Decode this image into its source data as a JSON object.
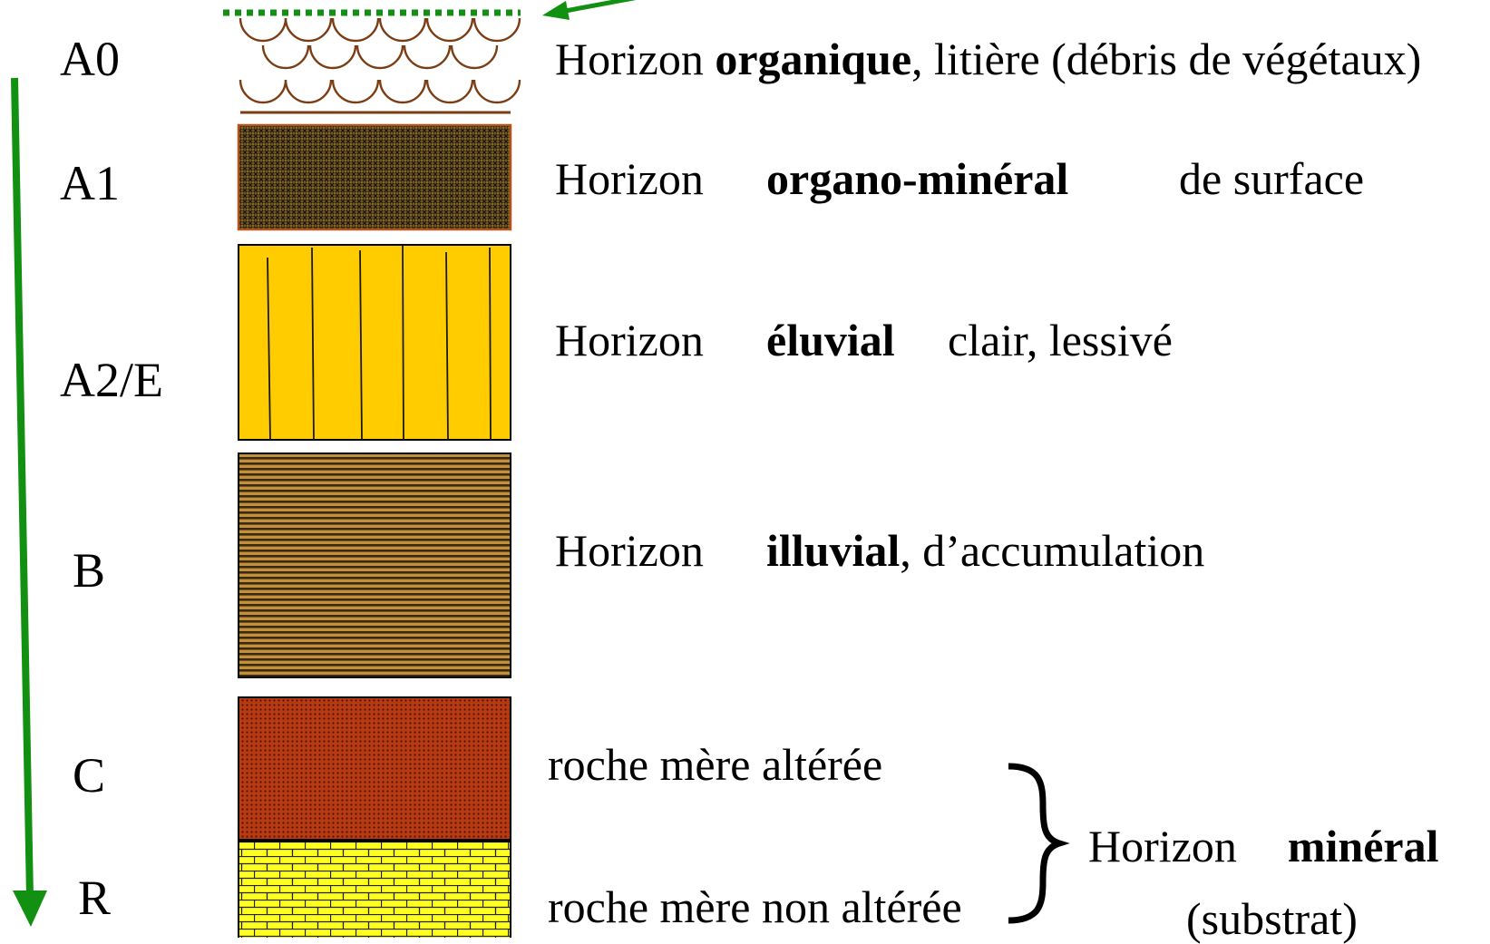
{
  "colors": {
    "arrow": "#129012",
    "litter_outline": "#7a3d14",
    "a1_fill": "#6e5520",
    "a1_border": "#b4531c",
    "eluvial_fill": "#ffcc00",
    "illuvial_fill": "#b38640",
    "altered_rock_fill": "#b83a12",
    "rock_fill": "#ffff1f"
  },
  "icons": {
    "depth_arrow": "arrow-down-icon",
    "surface_pointer": "arrow-left-icon",
    "grouping": "curly-brace-icon"
  },
  "horizons": [
    {
      "label": "A0",
      "texture": "scales",
      "desc": [
        {
          "t": "Horizon ",
          "bold": false
        },
        {
          "t": "organique",
          "bold": true
        },
        {
          "t": ", litière (débris de végétaux)",
          "bold": false
        }
      ]
    },
    {
      "label": "A1",
      "texture": "dense-crosshatch",
      "desc": [
        {
          "t": "Horizon",
          "bold": false
        },
        {
          "t": "organo-minéral",
          "bold": true
        },
        {
          "t": "de surface",
          "bold": false
        }
      ]
    },
    {
      "label": "A2/E",
      "texture": "vertical-lines",
      "desc": [
        {
          "t": "Horizon",
          "bold": false
        },
        {
          "t": "éluvial",
          "bold": true
        },
        {
          "t": "clair, lessivé",
          "bold": false
        }
      ]
    },
    {
      "label": "B",
      "texture": "horizontal-lines",
      "desc": [
        {
          "t": "Horizon",
          "bold": false
        },
        {
          "t": "illuvial",
          "bold": true
        },
        {
          "t": ", d’accumulation",
          "bold": false
        }
      ]
    },
    {
      "label": "C",
      "texture": "fine-dots",
      "desc": [
        {
          "t": "roche mère altérée",
          "bold": false
        }
      ]
    },
    {
      "label": "R",
      "texture": "bricks",
      "desc": [
        {
          "t": "roche mère non altérée",
          "bold": false
        }
      ]
    }
  ],
  "mineral_group": {
    "line1_normal": "Horizon",
    "line1_bold": "minéral",
    "line2": "(substrat)"
  }
}
